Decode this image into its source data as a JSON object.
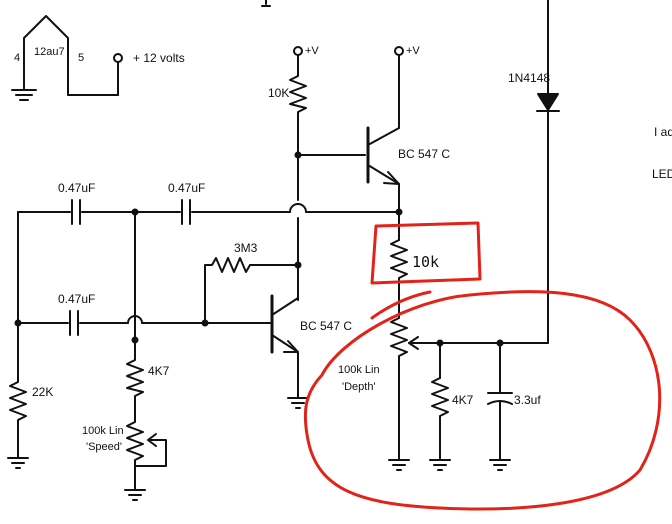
{
  "tube": {
    "pin_left": "4",
    "name": "12au7",
    "pin_right": "5",
    "supply": "+ 12 volts"
  },
  "supply_labels": {
    "v1": "+V",
    "v2": "+V"
  },
  "diode": {
    "label": "1N4148"
  },
  "side_notes": {
    "line1": "I ad",
    "line2": "LED"
  },
  "resistors": {
    "r_10k_top": "10K",
    "r_3m3": "3M3",
    "r_22k": "22K",
    "r_4k7_left": "4K7",
    "r_4k7_right": "4K7",
    "r_10k_hand": "10k"
  },
  "capacitors": {
    "c1": "0.47uF",
    "c2": "0.47uF",
    "c3": "0.47uF",
    "c4": "3.3uf"
  },
  "transistors": {
    "q1": "BC 547 C",
    "q2": "BC 547 C"
  },
  "pots": {
    "speed_line1": "100k Lin",
    "speed_line2": "'Speed'",
    "depth_line1": "100k Lin",
    "depth_line2": "'Depth'"
  },
  "colors": {
    "ink": "#111111",
    "annotation": "#e2231a"
  }
}
